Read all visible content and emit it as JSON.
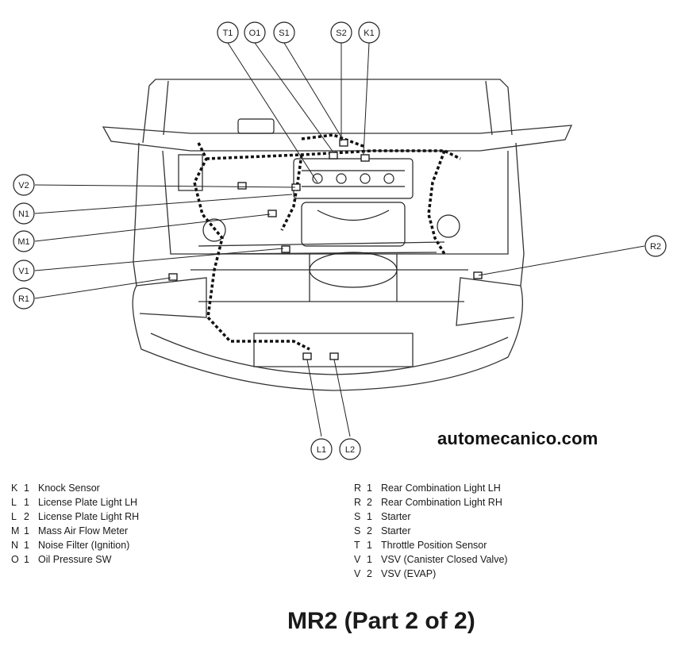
{
  "watermark": "automecanico.com",
  "title": "MR2 (Part 2 of 2)",
  "callouts": [
    "T1",
    "O1",
    "S1",
    "S2",
    "K1",
    "V2",
    "N1",
    "M1",
    "V1",
    "R1",
    "R2",
    "L1",
    "L2"
  ],
  "legend_left": [
    {
      "code": "K",
      "num": "1",
      "label": "Knock Sensor"
    },
    {
      "code": "L",
      "num": "1",
      "label": "License Plate Light LH"
    },
    {
      "code": "L",
      "num": "2",
      "label": "License Plate Light RH"
    },
    {
      "code": "M",
      "num": "1",
      "label": "Mass Air Flow Meter"
    },
    {
      "code": "N",
      "num": "1",
      "label": "Noise Filter (Ignition)"
    },
    {
      "code": "O",
      "num": "1",
      "label": "Oil Pressure SW"
    }
  ],
  "legend_right": [
    {
      "code": "R",
      "num": "1",
      "label": "Rear Combination Light LH"
    },
    {
      "code": "R",
      "num": "2",
      "label": "Rear Combination Light RH"
    },
    {
      "code": "S",
      "num": "1",
      "label": "Starter"
    },
    {
      "code": "S",
      "num": "2",
      "label": "Starter"
    },
    {
      "code": "T",
      "num": "1",
      "label": "Throttle Position Sensor"
    },
    {
      "code": "V",
      "num": "1",
      "label": "VSV (Canister Closed Valve)"
    },
    {
      "code": "V",
      "num": "2",
      "label": "VSV (EVAP)"
    }
  ]
}
